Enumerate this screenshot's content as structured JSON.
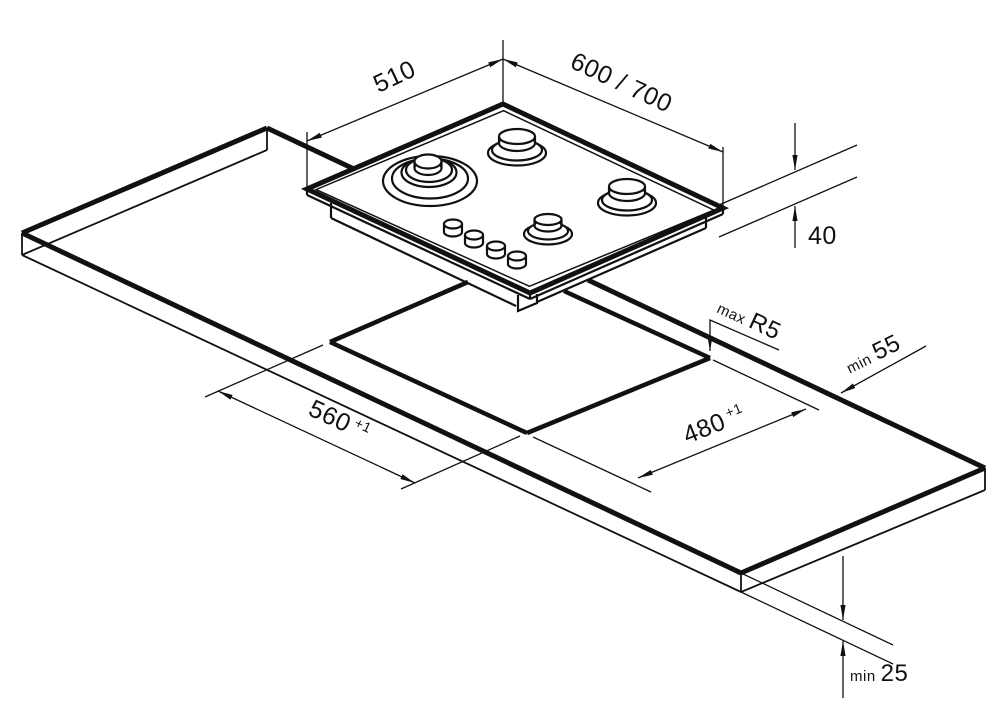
{
  "drawing": {
    "kind": "built-in gas hob installation dimensions",
    "units": "mm",
    "labels": {
      "hob_depth": "510",
      "hob_width": "600 / 700",
      "hob_height": "40",
      "corner_radius": {
        "prefix": "max",
        "value": "R5"
      },
      "edge_clearance": {
        "prefix": "min",
        "value": "55"
      },
      "cutout_width": {
        "value": "560",
        "tolerance": "+1"
      },
      "cutout_depth": {
        "value": "480",
        "tolerance": "+1"
      },
      "front_clearance": {
        "prefix": "min",
        "value": "25"
      }
    }
  }
}
